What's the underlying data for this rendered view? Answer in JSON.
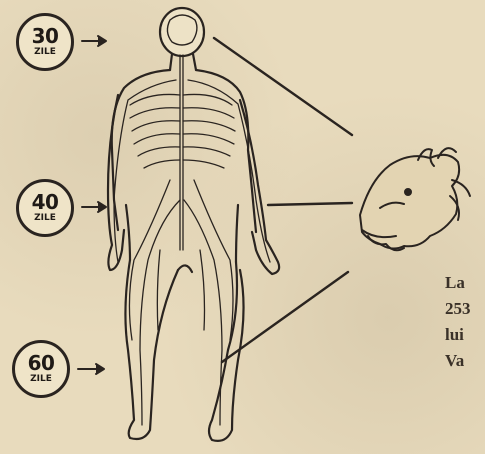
{
  "stages": [
    {
      "value": "30",
      "unit": "ZILE"
    },
    {
      "value": "40",
      "unit": "ZILE"
    },
    {
      "value": "60",
      "unit": "ZILE"
    }
  ],
  "body_text": {
    "lines": [
      "La",
      "253",
      "lui",
      "Va"
    ]
  },
  "palette": {
    "paper": "#e8dbbd",
    "ink": "#2a2420"
  }
}
